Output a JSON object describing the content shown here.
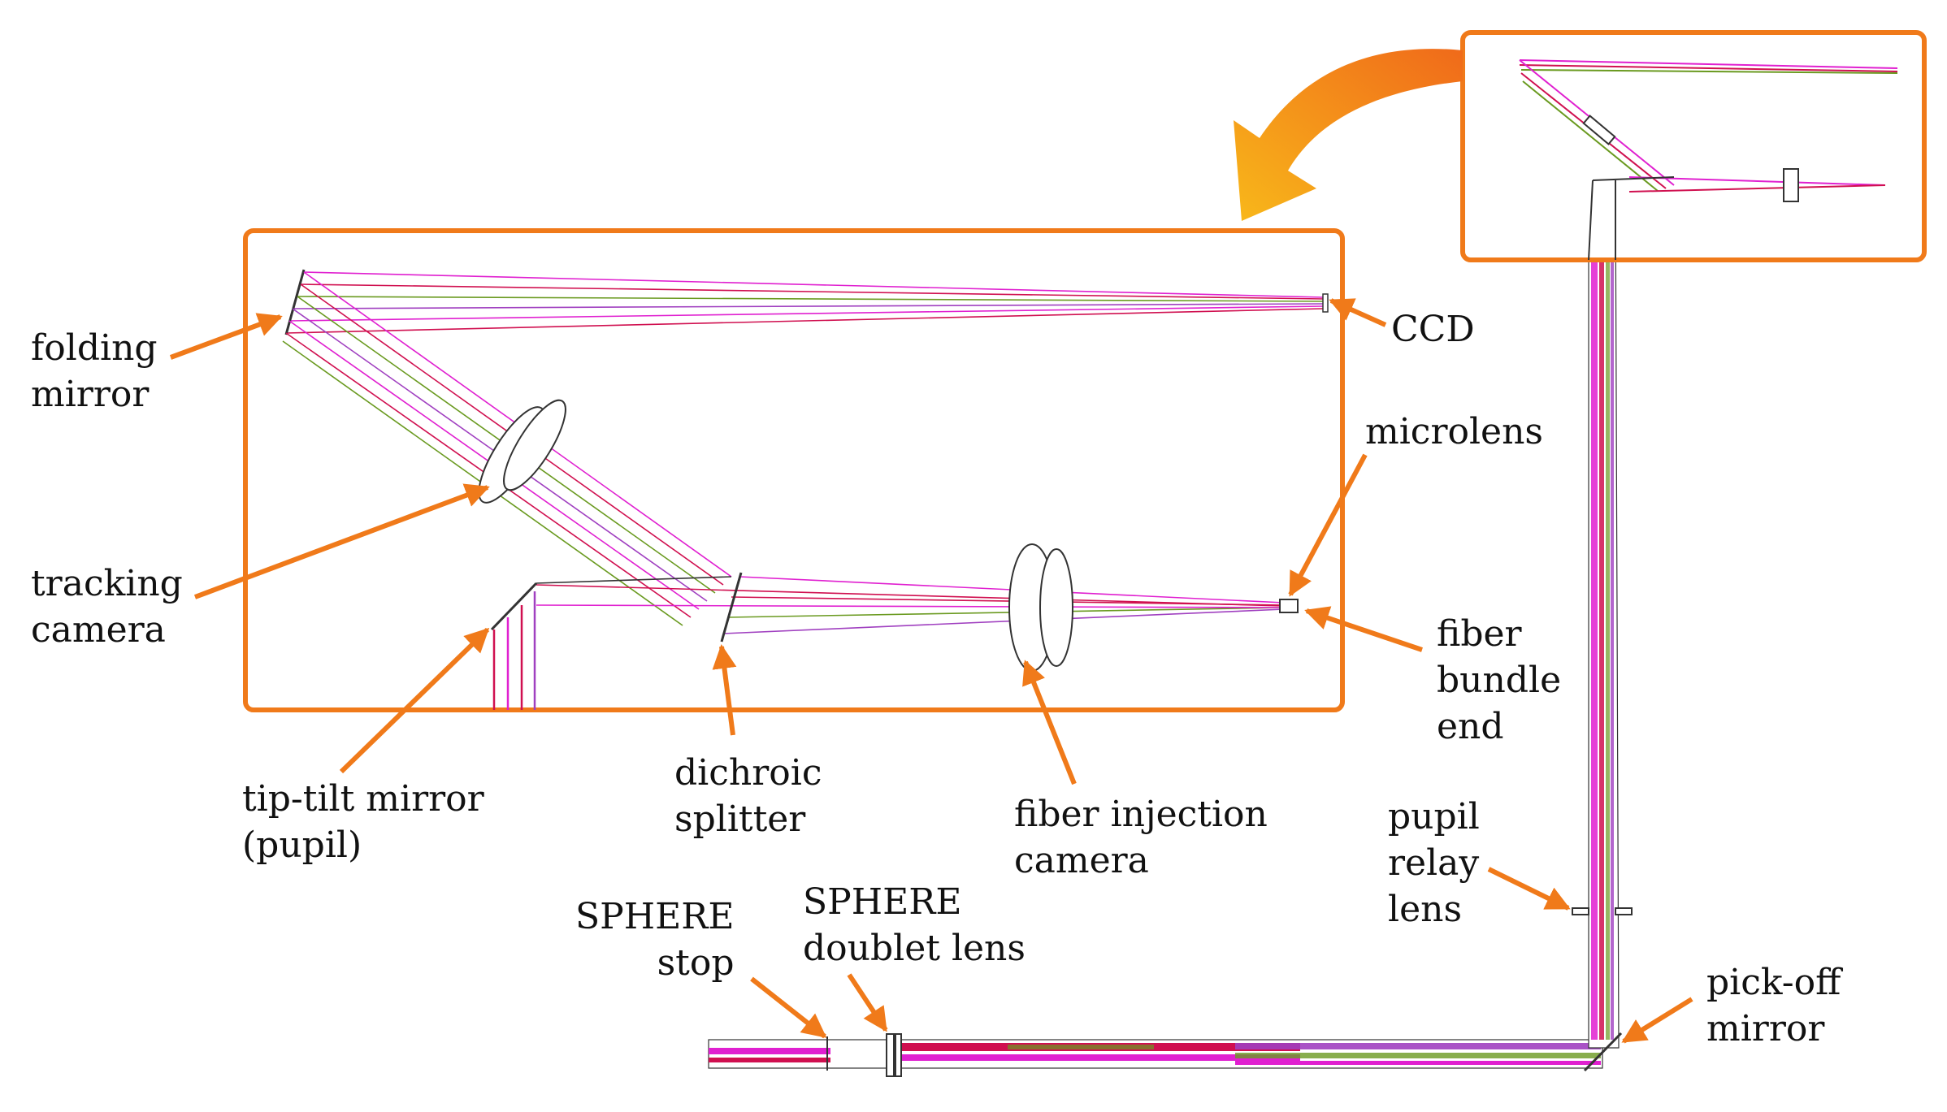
{
  "labels": {
    "folding_mirror": "folding\nmirror",
    "ccd": "CCD",
    "microlens": "microlens",
    "tracking_camera": "tracking\ncamera",
    "fiber_bundle_end": "fiber\nbundle\nend",
    "tip_tilt_mirror": "tip-tilt mirror\n(pupil)",
    "dichroic_splitter": "dichroic\nsplitter",
    "fiber_injection_camera": "fiber injection\ncamera",
    "pupil_relay_lens": "pupil\nrelay\nlens",
    "sphere_stop": "SPHERE\nstop",
    "sphere_doublet_lens": "SPHERE\ndoublet lens",
    "pick_off_mirror": "pick-off\nmirror"
  },
  "colors": {
    "accent": "#f07a1a",
    "ray_magenta": "#e020d0",
    "ray_red": "#d01050",
    "ray_green": "#6a9a20",
    "ray_violet": "#a040c0",
    "optic_outline": "#333333"
  }
}
